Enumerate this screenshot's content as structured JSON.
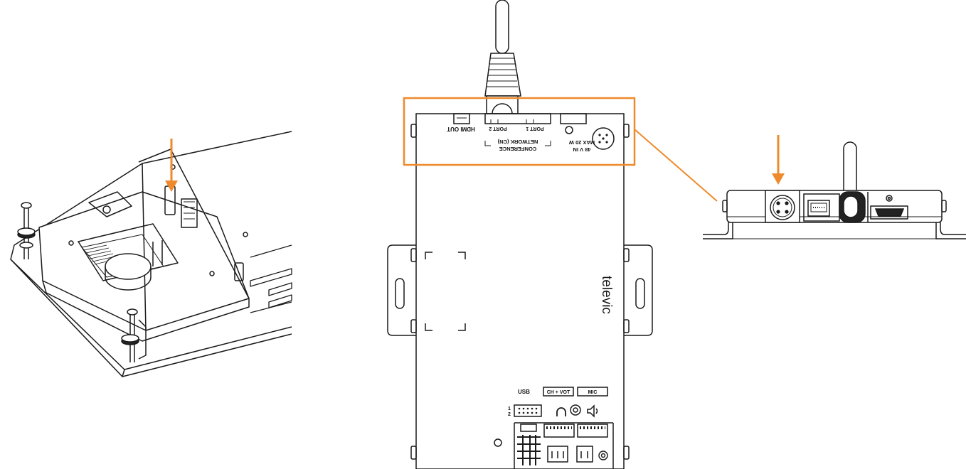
{
  "accent_color": "#ee8a2c",
  "line_color": "#1a1a1a",
  "brand_logo": "televic",
  "top_panel": {
    "hdmi_label": "HDMI OUT",
    "port2_label": "PORT 2",
    "port1_label": "PORT 1",
    "network_label_line1": "NETWORK (CN)",
    "network_label_line2": "CONFERENCE",
    "power_label_line1": "MAX 20 W",
    "power_label_line2": "48 V IN"
  },
  "bottom_panel": {
    "usb_label": "USB",
    "usb_row1": "1",
    "usb_row2": "2",
    "ch_vot_label": "CH + VOT",
    "mic_label": "MIC"
  },
  "icons": [
    "arrow-down-icon",
    "headphone-icon",
    "speaker-icon",
    "gear-icon"
  ]
}
